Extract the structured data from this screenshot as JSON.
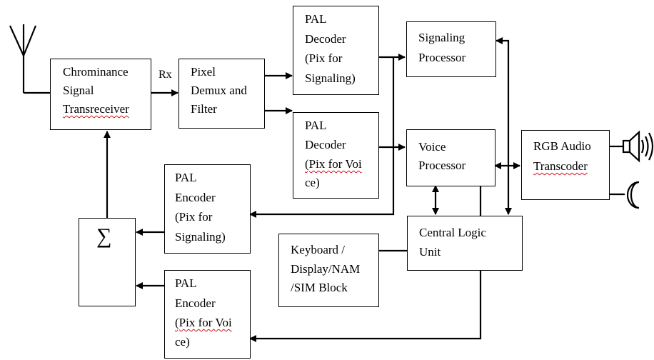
{
  "blocks": {
    "chrominance": {
      "l1": "Chrominance",
      "l2": "Signal",
      "l3": "Transreceiver"
    },
    "pixel": {
      "l1": "Pixel",
      "l2": "Demux and",
      "l3": "Filter"
    },
    "pal_dec_sig": {
      "l1": "PAL",
      "l2": "Decoder",
      "l3": "(Pix for",
      "l4": "Signaling)"
    },
    "pal_dec_voice": {
      "l1": "PAL",
      "l2": "Decoder",
      "l3": "(Pix for Voi",
      "l4": "ce)"
    },
    "sig_proc": {
      "l1": "Signaling",
      "l2": "Processor"
    },
    "voice_proc": {
      "l1": "Voice",
      "l2": "Processor"
    },
    "rgb": {
      "l1": "RGB Audio",
      "l2": "Transcoder"
    },
    "pal_enc_sig": {
      "l1": "PAL",
      "l2": "Encoder",
      "l3": "(Pix for",
      "l4": "Signaling)"
    },
    "pal_enc_voice": {
      "l1": "PAL",
      "l2": "Encoder",
      "l3": "(Pix for Voi",
      "l4": "ce)"
    },
    "sum": {
      "symbol": "∑"
    },
    "clu": {
      "l1": "Central Logic",
      "l2": "Unit"
    },
    "keyboard": {
      "l1": "Keyboard /",
      "l2": "Display/NAM",
      "l3": "/SIM Block"
    }
  },
  "labels": {
    "rx": "Rx"
  },
  "icons": [
    "antenna-icon",
    "speaker-icon",
    "microphone-icon"
  ]
}
